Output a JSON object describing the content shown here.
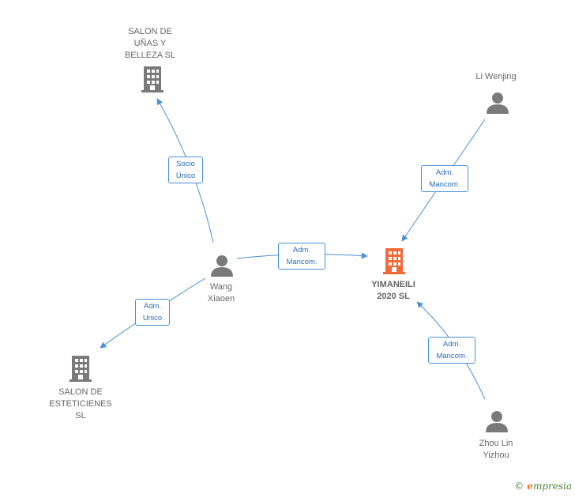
{
  "colors": {
    "edge": "#4a8fd8",
    "edge_label_text": "#2b6cb5",
    "company": "#7a7a7a",
    "person": "#7a7a7a",
    "focus_company": "#f26a3a"
  },
  "nodes": {
    "salon_unas": {
      "label": "SALON DE\nUÑAS Y\nBELLEZA  SL",
      "kind": "company"
    },
    "yimaneili": {
      "label": "YIMANEILI\n2020  SL",
      "kind": "focus-company"
    },
    "salon_estet": {
      "label": "SALON DE\nESTETICIENES\nSL",
      "kind": "company"
    },
    "li_wenjing": {
      "label": "Li Wenjing",
      "kind": "person"
    },
    "wang_xiaoen": {
      "label": "Wang\nXiaoen",
      "kind": "person"
    },
    "zhou_lin": {
      "label": "Zhou Lin\nYizhou",
      "kind": "person"
    }
  },
  "edges": {
    "wang_to_unas": "Socio\nÚnico",
    "li_to_yima": "Adm.\nMancom.",
    "wang_to_yima": "Adm.\nMancom.",
    "wang_to_estet": "Adm.\nUnico",
    "zhou_to_yima": "Adm.\nMancom."
  },
  "brand": {
    "copyright": "©",
    "first_letter": "e",
    "rest": "mpresia"
  }
}
